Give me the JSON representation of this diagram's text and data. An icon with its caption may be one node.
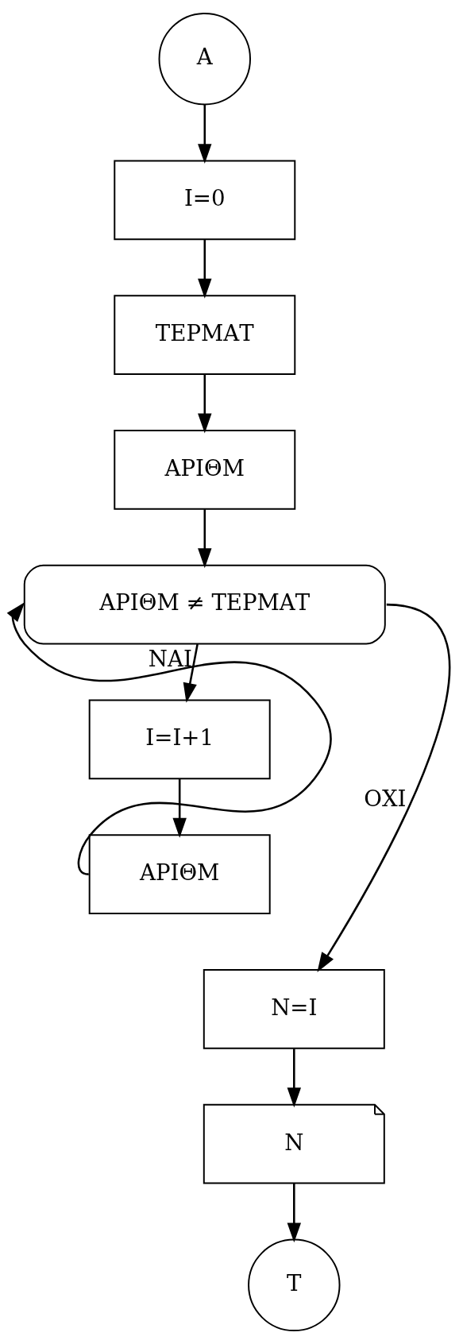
{
  "diagram": {
    "nodes": [
      {
        "text": [
          "Α"
        ]
      },
      {
        "text": [
          "I=0"
        ]
      },
      {
        "text": [
          "ΤΕΡΜΑΤ"
        ]
      },
      {
        "text": [
          "ΑΡΙΘΜ"
        ]
      },
      {
        "text": [
          "ΑΡΙΘΜ ≠ ΤΕΡΜΑΤ"
        ]
      },
      {
        "text": [
          "I=I+1"
        ]
      },
      {
        "text": [
          "ΑΡΙΘΜ"
        ]
      },
      {
        "text": [
          "N=I"
        ]
      },
      {
        "text": [
          "N"
        ]
      },
      {
        "text": [
          "Τ"
        ]
      }
    ],
    "edges": [
      {
        "from": 0,
        "to": 1,
        "arrow": "to"
      },
      {
        "from": 1,
        "to": 2,
        "arrow": "to"
      },
      {
        "from": 2,
        "to": 3,
        "arrow": "to"
      },
      {
        "from": 3,
        "to": 4,
        "arrow": "to"
      },
      {
        "from": 4,
        "to": 5,
        "arrow": "to",
        "label": "ΝΑΙ"
      },
      {
        "from": 5,
        "to": 6,
        "arrow": "to"
      },
      {
        "from": 6,
        "to": 4,
        "arrow": "to"
      },
      {
        "from": 4,
        "to": 7,
        "arrow": "to",
        "label": "ΟΧΙ"
      },
      {
        "from": 7,
        "to": 8,
        "arrow": "to"
      },
      {
        "from": 8,
        "to": 9,
        "arrow": "to"
      }
    ]
  }
}
